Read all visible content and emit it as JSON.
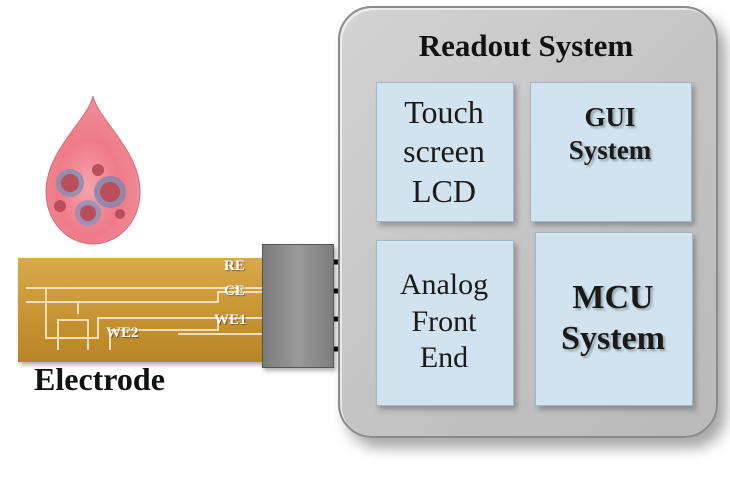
{
  "readout": {
    "title": "Readout System",
    "touch_lines": [
      "Touch",
      "screen",
      "LCD"
    ],
    "gui_lines": [
      "GUI",
      "System"
    ],
    "afe_lines": [
      "Analog",
      "Front",
      "End"
    ],
    "mcu_lines": [
      "MCU",
      "System"
    ]
  },
  "electrode": {
    "title": "Electrode",
    "pins": {
      "re": "RE",
      "ce": "CE",
      "we1": "WE1",
      "we2": "WE2"
    }
  },
  "colors": {
    "block_fill": "#d1e3ee",
    "card_fill": "#c8c8c8",
    "blood_drop": "#e86070",
    "electrode_gold": "#c99634"
  },
  "icons": {
    "drop": "blood-drop-icon",
    "bidirectional_vertical": "double-arrow-icon"
  }
}
